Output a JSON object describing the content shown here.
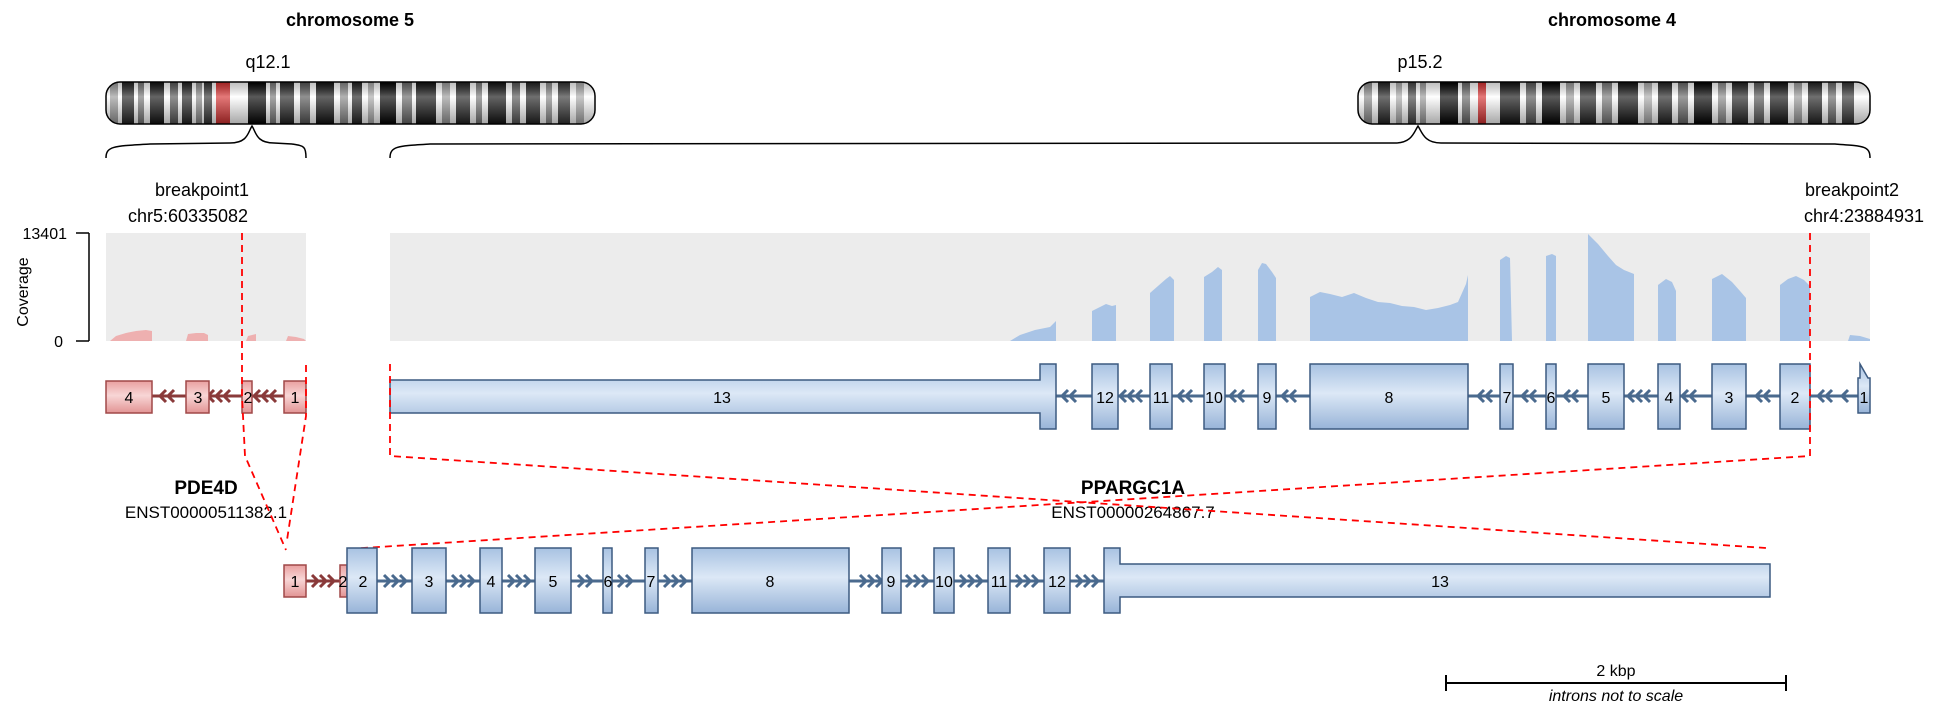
{
  "chromosomes": {
    "left": {
      "title": "chromosome 5",
      "band": "q12.1"
    },
    "right": {
      "title": "chromosome 4",
      "band": "p15.2"
    }
  },
  "breakpoints": {
    "left": {
      "label": "breakpoint1",
      "position": "chr5:60335082"
    },
    "right": {
      "label": "breakpoint2",
      "position": "chr4:23884931"
    }
  },
  "coverage": {
    "axis_label": "Coverage",
    "max_tick": "13401",
    "min_tick": "0"
  },
  "genes": {
    "left": {
      "name": "PDE4D",
      "transcript": "ENST00000511382.1",
      "color": "#f0a8a8",
      "stroke": "#a04848",
      "coverage_color": "#eeb0b0"
    },
    "right": {
      "name": "PPARGC1A",
      "transcript": "ENST00000264867.7",
      "color": "#b8cde6",
      "stroke": "#3c5a80",
      "coverage_color": "#a9c4e6"
    }
  },
  "exons": {
    "gene1": [
      "4",
      "3",
      "2",
      "1"
    ],
    "gene2": [
      "13",
      "12",
      "11",
      "10",
      "9",
      "8",
      "7",
      "6",
      "5",
      "4",
      "3",
      "2",
      "1"
    ],
    "fusion_gene1": [
      "1",
      "2"
    ],
    "fusion_gene2": [
      "2",
      "3",
      "4",
      "5",
      "6",
      "7",
      "8",
      "9",
      "10",
      "11",
      "12",
      "13"
    ]
  },
  "scale_bar": {
    "label": "2 kbp",
    "note": "introns not to scale"
  },
  "colors": {
    "breakpoint_line": "#ff0000",
    "coverage_bg": "#ececec",
    "centromere": "#d63030"
  }
}
